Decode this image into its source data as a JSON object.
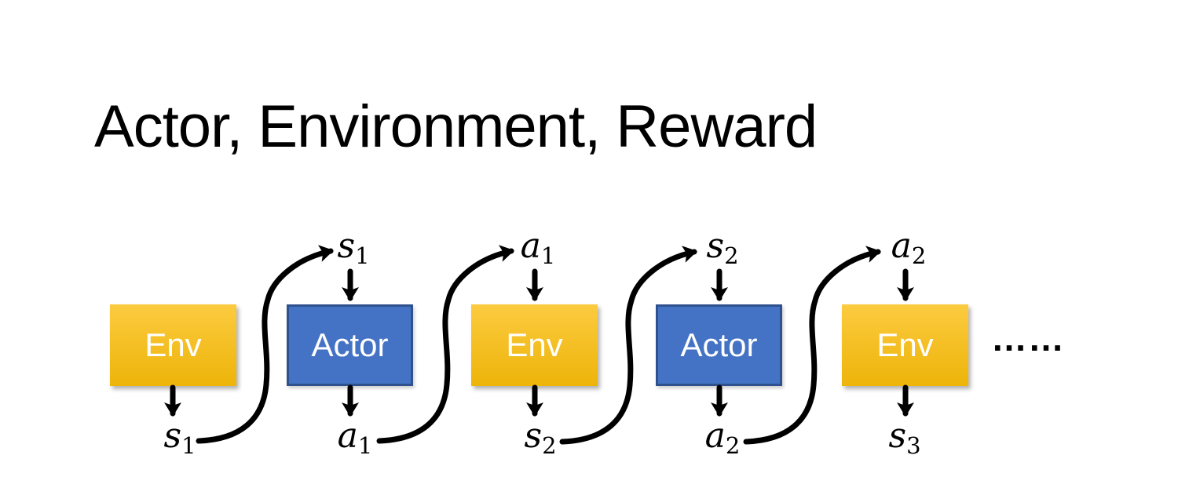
{
  "title": "Actor, Environment, Reward",
  "colors": {
    "env-top": "#FCCB40",
    "env-bottom": "#EDB409",
    "actor-fill": "#4472C4",
    "actor-border": "#2F528F",
    "arrow": "#000000",
    "title-color": "#000000"
  },
  "diagram": {
    "boxes": [
      {
        "label": "Env",
        "type": "env"
      },
      {
        "label": "Actor",
        "type": "actor"
      },
      {
        "label": "Env",
        "type": "env"
      },
      {
        "label": "Actor",
        "type": "actor"
      },
      {
        "label": "Env",
        "type": "env"
      }
    ],
    "top_labels": [
      {
        "base": "s",
        "sub": "1"
      },
      {
        "base": "a",
        "sub": "1"
      },
      {
        "base": "s",
        "sub": "2"
      },
      {
        "base": "a",
        "sub": "2"
      }
    ],
    "bottom_labels": [
      {
        "base": "s",
        "sub": "1"
      },
      {
        "base": "a",
        "sub": "1"
      },
      {
        "base": "s",
        "sub": "2"
      },
      {
        "base": "a",
        "sub": "2"
      },
      {
        "base": "s",
        "sub": "3"
      }
    ],
    "ellipsis": "……"
  }
}
